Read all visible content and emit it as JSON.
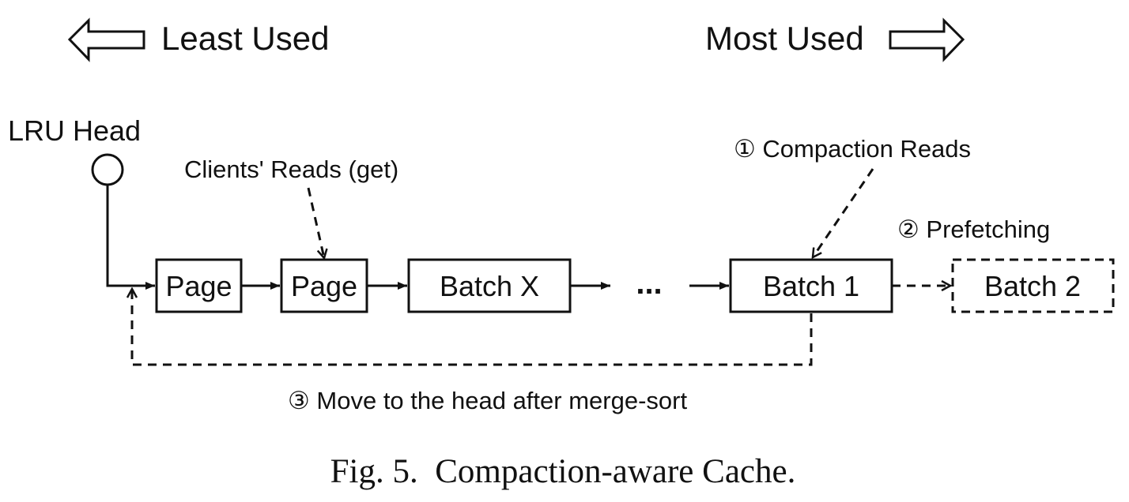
{
  "legend": {
    "least_used": "Least Used",
    "most_used": "Most Used"
  },
  "lru_head": "LRU Head",
  "nodes": {
    "page1": "Page",
    "page2": "Page",
    "batch_x": "Batch X",
    "ellipsis": "...",
    "batch_1": "Batch 1",
    "batch_2": "Batch 2"
  },
  "annotations": {
    "clients_reads": "Clients' Reads (get)",
    "compaction_reads": "① Compaction Reads",
    "prefetching": "② Prefetching",
    "move_to_head": "③ Move to the head after merge-sort"
  },
  "caption": "Fig. 5.  Compaction-aware Cache."
}
